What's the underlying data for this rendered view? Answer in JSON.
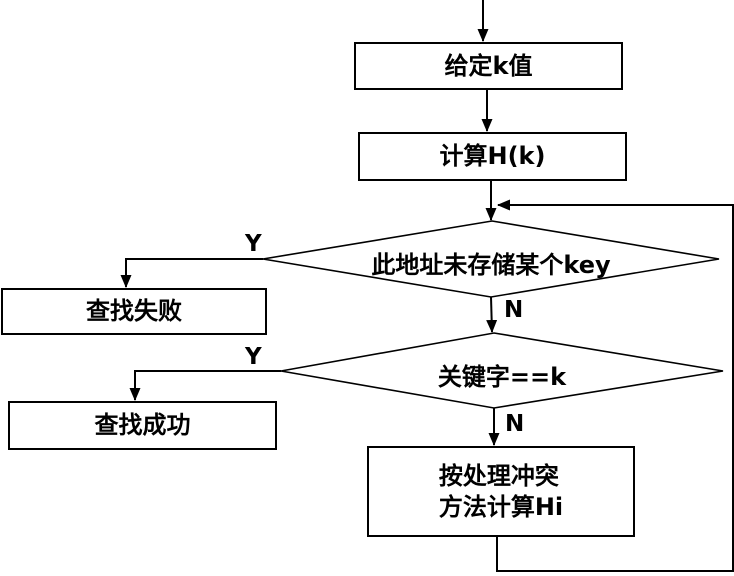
{
  "diagram": {
    "type": "flowchart",
    "background_color": "#ffffff",
    "line_color": "#000000",
    "text_color": "#000000",
    "nodes": {
      "given_k": {
        "shape": "rect",
        "label": "给定k值"
      },
      "compute_hk": {
        "shape": "rect",
        "label": "计算H(k)"
      },
      "decision_empty": {
        "shape": "diamond",
        "label": "此地址未存储某个key"
      },
      "search_fail": {
        "shape": "rect",
        "label": "查找失败"
      },
      "decision_keyeq": {
        "shape": "diamond",
        "label": "关键字==k"
      },
      "search_success": {
        "shape": "rect",
        "label": "查找成功"
      },
      "compute_hi": {
        "shape": "rect",
        "label_line1": "按处理冲突",
        "label_line2": "方法计算Hi"
      }
    },
    "edge_labels": {
      "decision_empty_yes": "Y",
      "decision_empty_no": "N",
      "decision_keyeq_yes": "Y",
      "decision_keyeq_no": "N"
    },
    "edges": [
      "start -> given_k",
      "given_k -> compute_hk",
      "compute_hk -> decision_empty",
      "decision_empty -Y-> search_fail",
      "decision_empty -N-> decision_keyeq",
      "decision_keyeq -Y-> search_success",
      "decision_keyeq -N-> compute_hi",
      "compute_hi -> decision_empty (loop back)"
    ]
  }
}
